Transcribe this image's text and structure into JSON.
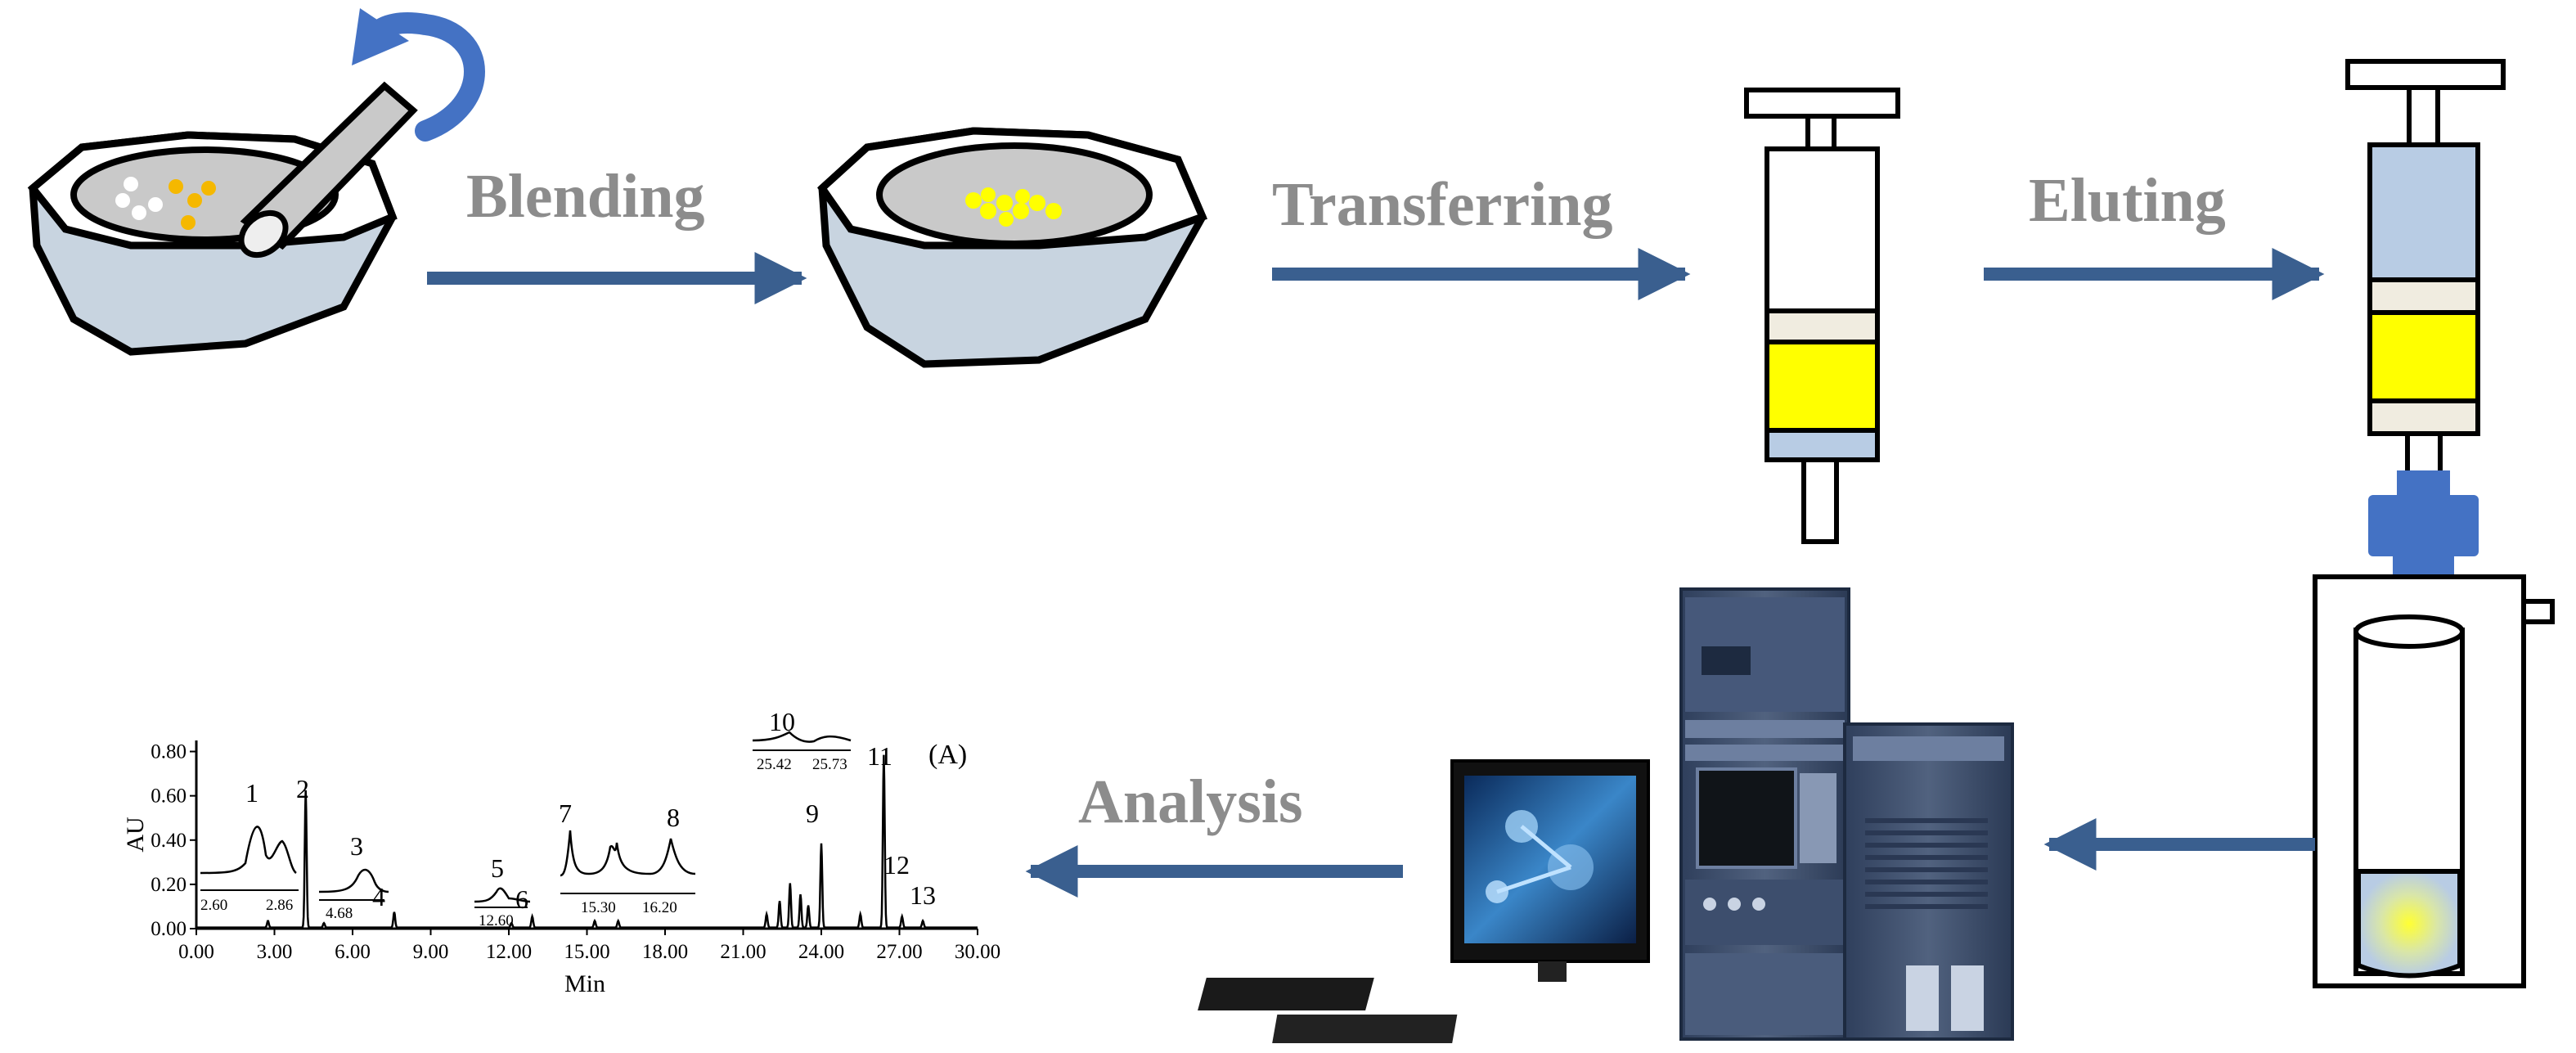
{
  "steps": [
    {
      "label": "Blending"
    },
    {
      "label": "Transferring"
    },
    {
      "label": "Eluting"
    },
    {
      "label": "Analysis"
    }
  ],
  "colors": {
    "arrow": "#3a5f8f",
    "label": "#8c8c8c",
    "mortar": "#c8d4e0",
    "sorbent": "#ffff00",
    "frit": "#f0ece0",
    "eluent": "#b8cce4",
    "connector": "#4472c4",
    "instrument": "#3a4b66"
  },
  "icons": {
    "mortar": "mortar-pestle-icon",
    "cartridge": "spe-cartridge-icon",
    "collector": "collection-vessel-icon",
    "computer": "computer-monitor-icon",
    "instrument": "hplc-system-icon"
  },
  "chart_data": {
    "type": "line",
    "panel_label": "(A)",
    "xlabel": "Min",
    "ylabel": "AU",
    "xlim": [
      0,
      30
    ],
    "ylim": [
      0,
      0.85
    ],
    "x_ticks": [
      "0.00",
      "3.00",
      "6.00",
      "9.00",
      "12.00",
      "15.00",
      "18.00",
      "21.00",
      "24.00",
      "27.00",
      "30.00"
    ],
    "y_ticks": [
      "0.00",
      "0.20",
      "0.40",
      "0.60",
      "0.80"
    ],
    "peaks": [
      {
        "label": "1",
        "x": 2.75,
        "y": 0.03
      },
      {
        "label": "2",
        "x": 4.2,
        "y": 0.62
      },
      {
        "label": "3",
        "x": 4.9,
        "y": 0.02
      },
      {
        "label": "4",
        "x": 7.6,
        "y": 0.07
      },
      {
        "label": "5",
        "x": 12.1,
        "y": 0.02
      },
      {
        "label": "6",
        "x": 12.9,
        "y": 0.05
      },
      {
        "label": "7",
        "x": 15.3,
        "y": 0.03
      },
      {
        "label": "8",
        "x": 16.2,
        "y": 0.03
      },
      {
        "label": "9",
        "x": 24.0,
        "y": 0.38
      },
      {
        "label": "10",
        "x": 25.5,
        "y": 0.06
      },
      {
        "label": "11",
        "x": 26.4,
        "y": 0.78
      },
      {
        "label": "12",
        "x": 27.1,
        "y": 0.05
      },
      {
        "label": "13",
        "x": 27.9,
        "y": 0.03
      }
    ],
    "insets": [
      {
        "peaks": [
          "1"
        ],
        "ticks": [
          "2.60",
          "2.86"
        ]
      },
      {
        "peaks": [
          "3"
        ],
        "ticks": [
          "4.68"
        ]
      },
      {
        "peaks": [
          "5"
        ],
        "ticks": [
          "12.60"
        ]
      },
      {
        "peaks": [
          "7",
          "8"
        ],
        "ticks": [
          "15.30",
          "16.20"
        ]
      },
      {
        "peaks": [
          "10"
        ],
        "ticks": [
          "25.42",
          "25.73"
        ]
      }
    ]
  }
}
